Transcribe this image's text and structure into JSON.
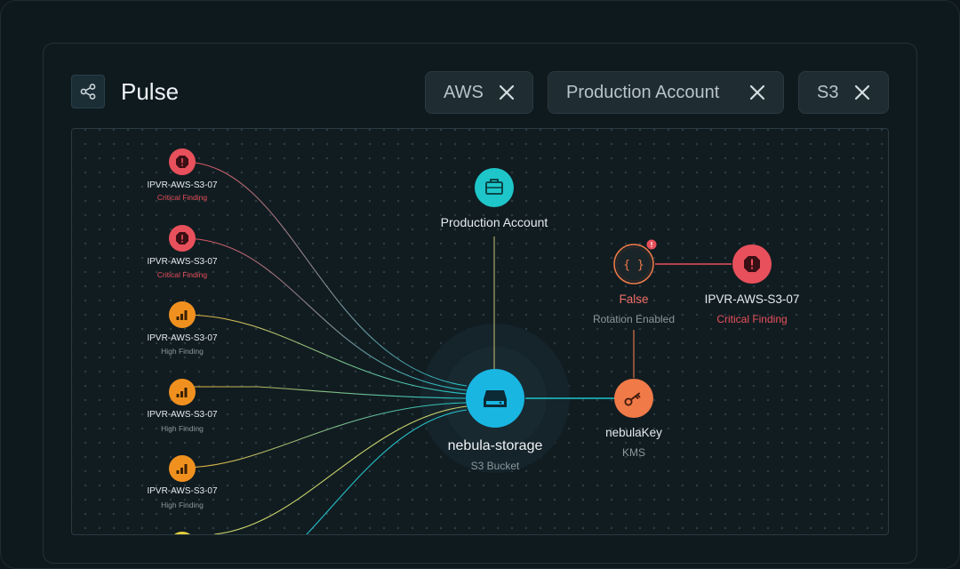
{
  "app": {
    "title": "Pulse",
    "icon": "share-graph-icon"
  },
  "filters": [
    {
      "label": "AWS",
      "remove_icon": "close-icon"
    },
    {
      "label": "Production Account",
      "remove_icon": "close-icon"
    },
    {
      "label": "S3",
      "remove_icon": "close-icon"
    }
  ],
  "colors": {
    "critical": "#e8505b",
    "high": "#f0911f",
    "teal": "#1ec6c9",
    "bucket": "#19b6e2",
    "kms": "#f07a48",
    "muted": "#8a989e",
    "label": "#e6ecee"
  },
  "graph": {
    "bucket": {
      "name": "nebula-storage",
      "type": "S3 Bucket",
      "icon": "storage-drive-icon"
    },
    "account": {
      "name": "Production Account",
      "icon": "briefcase-icon"
    },
    "kms": {
      "name": "nebulaKey",
      "type": "KMS",
      "icon": "key-icon"
    },
    "config": {
      "value": "False",
      "name": "Rotation Enabled",
      "icon": "braces-icon",
      "alert_icon": "alert-dot-icon"
    },
    "config_finding": {
      "name": "IPVR-AWS-S3-07",
      "severity": "Critical Finding",
      "icon": "critical-octagon-icon"
    },
    "findings": [
      {
        "name": "IPVR-AWS-S3-07",
        "severity": "Critical Finding",
        "level": "critical",
        "icon": "critical-octagon-icon"
      },
      {
        "name": "IPVR-AWS-S3-07",
        "severity": "Critical Finding",
        "level": "critical",
        "icon": "critical-octagon-icon"
      },
      {
        "name": "IPVR-AWS-S3-07",
        "severity": "High Finding",
        "level": "high",
        "icon": "bar-chart-icon"
      },
      {
        "name": "IPVR-AWS-S3-07",
        "severity": "High Finding",
        "level": "high",
        "icon": "bar-chart-icon"
      },
      {
        "name": "IPVR-AWS-S3-07",
        "severity": "High Finding",
        "level": "high",
        "icon": "bar-chart-icon"
      }
    ]
  }
}
